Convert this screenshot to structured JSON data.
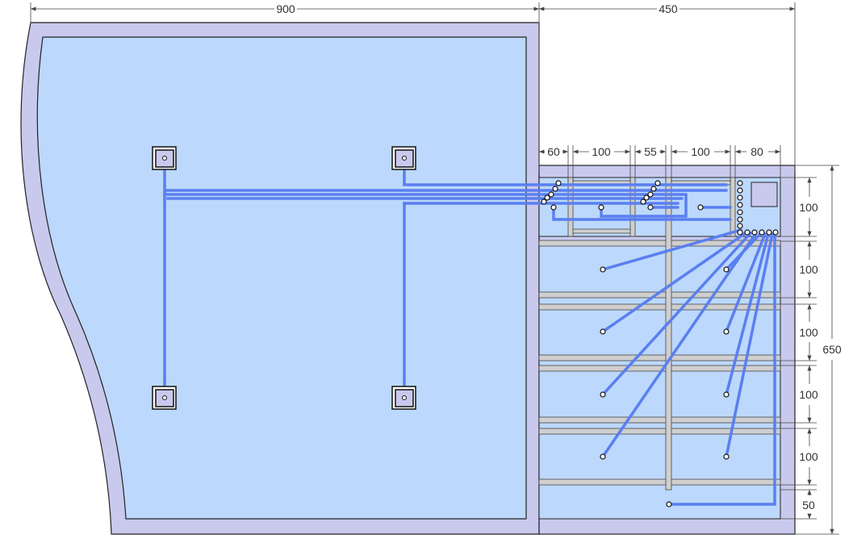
{
  "dimensions": {
    "top": [
      "900",
      "450"
    ],
    "sub": [
      "60",
      "100",
      "55",
      "100",
      "80"
    ],
    "right": [
      "100",
      "100",
      "100",
      "100",
      "100",
      "50"
    ],
    "total": "650"
  },
  "colors": {
    "frame": "#c9c9ee",
    "water": "#bcd8fc",
    "pipe": "#5a7ff0",
    "pipe_dark": "#3b5bd6",
    "beam": "#cfcfcf",
    "line": "#222222",
    "dim": "#444444"
  }
}
